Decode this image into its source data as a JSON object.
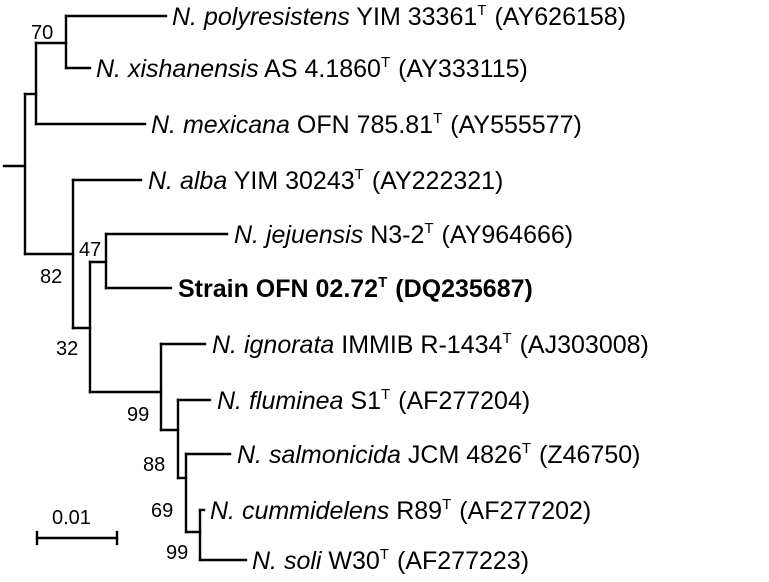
{
  "taxa": [
    {
      "id": "polyresistens",
      "genus": "N.",
      "species": "polyresistens",
      "strain": "YIM 33361",
      "type": "T",
      "accession": "(AY626158)",
      "bold": false
    },
    {
      "id": "xishanensis",
      "genus": "N.",
      "species": "xishanensis",
      "strain": "AS 4.1860",
      "type": "T",
      "accession": "(AY333115)",
      "bold": false
    },
    {
      "id": "mexicana",
      "genus": "N.",
      "species": "mexicana",
      "strain": "OFN 785.81",
      "type": "T",
      "accession": "(AY555577)",
      "bold": false
    },
    {
      "id": "alba",
      "genus": "N.",
      "species": "alba",
      "strain": "YIM 30243",
      "type": "T",
      "accession": "(AY222321)",
      "bold": false
    },
    {
      "id": "jejuensis",
      "genus": "N.",
      "species": "jejuensis",
      "strain": "N3-2",
      "type": "T",
      "accession": "(AY964666)",
      "bold": false
    },
    {
      "id": "ofn0272",
      "genus": "",
      "species": "",
      "strain": "Strain OFN 02.72",
      "type": "T",
      "accession": "(DQ235687)",
      "bold": true
    },
    {
      "id": "ignorata",
      "genus": "N.",
      "species": "ignorata",
      "strain": "IMMIB R-1434",
      "type": "T",
      "accession": "(AJ303008)",
      "bold": false
    },
    {
      "id": "fluminea",
      "genus": "N.",
      "species": "fluminea",
      "strain": "S1",
      "type": "T",
      "accession": "(AF277204)",
      "bold": false
    },
    {
      "id": "salmonicida",
      "genus": "N.",
      "species": "salmonicida",
      "strain": "JCM 4826",
      "type": "T",
      "accession": "(Z46750)",
      "bold": false
    },
    {
      "id": "cummidelens",
      "genus": "N.",
      "species": "cummidelens",
      "strain": "R89",
      "type": "T",
      "accession": "(AF277202)",
      "bold": false
    },
    {
      "id": "soli",
      "genus": "N.",
      "species": "soli",
      "strain": "W30",
      "type": "T",
      "accession": "(AF277223)",
      "bold": false
    }
  ],
  "bootstrap": [
    "70",
    "82",
    "47",
    "32",
    "99",
    "88",
    "69",
    "99"
  ],
  "scale": {
    "label": "0.01"
  }
}
